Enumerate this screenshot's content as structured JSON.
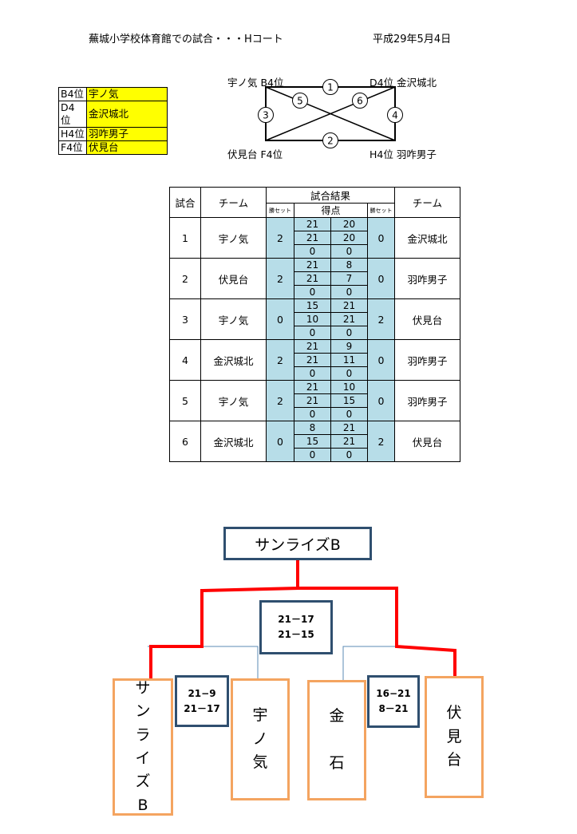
{
  "header": {
    "title": "蕪城小学校体育館での試合・・・Hコート",
    "date": "平成29年5月4日"
  },
  "seed_list": [
    {
      "rank": "B4位",
      "team": "宇ノ気"
    },
    {
      "rank": "D4位",
      "team": "金沢城北"
    },
    {
      "rank": "H4位",
      "team": "羽咋男子"
    },
    {
      "rank": "F4位",
      "team": "伏見台"
    }
  ],
  "diagram": {
    "top_left": "宇ノ気 B4位",
    "top_right": "D4位 金沢城北",
    "bottom_left": "伏見台 F4位",
    "bottom_right": "H4位 羽咋男子",
    "match_numbers": [
      "1",
      "2",
      "3",
      "4",
      "5",
      "6"
    ]
  },
  "results": {
    "headers": {
      "match": "試合",
      "team": "チーム",
      "result": "試合結果",
      "sets": "勝セット",
      "points": "得点"
    },
    "matches": [
      {
        "no": "1",
        "left": "宇ノ気",
        "left_sets": "2",
        "scores": [
          [
            "21",
            "20"
          ],
          [
            "21",
            "20"
          ],
          [
            "0",
            "0"
          ]
        ],
        "right_sets": "0",
        "right": "金沢城北"
      },
      {
        "no": "2",
        "left": "伏見台",
        "left_sets": "2",
        "scores": [
          [
            "21",
            "8"
          ],
          [
            "21",
            "7"
          ],
          [
            "0",
            "0"
          ]
        ],
        "right_sets": "0",
        "right": "羽咋男子"
      },
      {
        "no": "3",
        "left": "宇ノ気",
        "left_sets": "0",
        "scores": [
          [
            "15",
            "21"
          ],
          [
            "10",
            "21"
          ],
          [
            "0",
            "0"
          ]
        ],
        "right_sets": "2",
        "right": "伏見台"
      },
      {
        "no": "4",
        "left": "金沢城北",
        "left_sets": "2",
        "scores": [
          [
            "21",
            "9"
          ],
          [
            "21",
            "11"
          ],
          [
            "0",
            "0"
          ]
        ],
        "right_sets": "0",
        "right": "羽咋男子"
      },
      {
        "no": "5",
        "left": "宇ノ気",
        "left_sets": "2",
        "scores": [
          [
            "21",
            "10"
          ],
          [
            "21",
            "15"
          ],
          [
            "0",
            "0"
          ]
        ],
        "right_sets": "0",
        "right": "羽咋男子"
      },
      {
        "no": "6",
        "left": "金沢城北",
        "left_sets": "0",
        "scores": [
          [
            "8",
            "21"
          ],
          [
            "15",
            "21"
          ],
          [
            "0",
            "0"
          ]
        ],
        "right_sets": "2",
        "right": "伏見台"
      }
    ]
  },
  "bracket": {
    "winner": "サンライズB",
    "final_score": "21－17\n21－15",
    "teams": {
      "t1": "サ\nン\nラ\nイ\nズ\nB",
      "t2": "宇\nノ\n気",
      "t3": "金\n\n石",
      "t4": "伏\n見\n台"
    },
    "semi_left_score": "21−9\n21－17",
    "semi_right_score": "16−21\n8－21",
    "colors": {
      "win_line": "#ff0000",
      "line": "#5b8bb5",
      "box_blue": "#2f4f6f",
      "box_orange": "#f4a460"
    }
  }
}
